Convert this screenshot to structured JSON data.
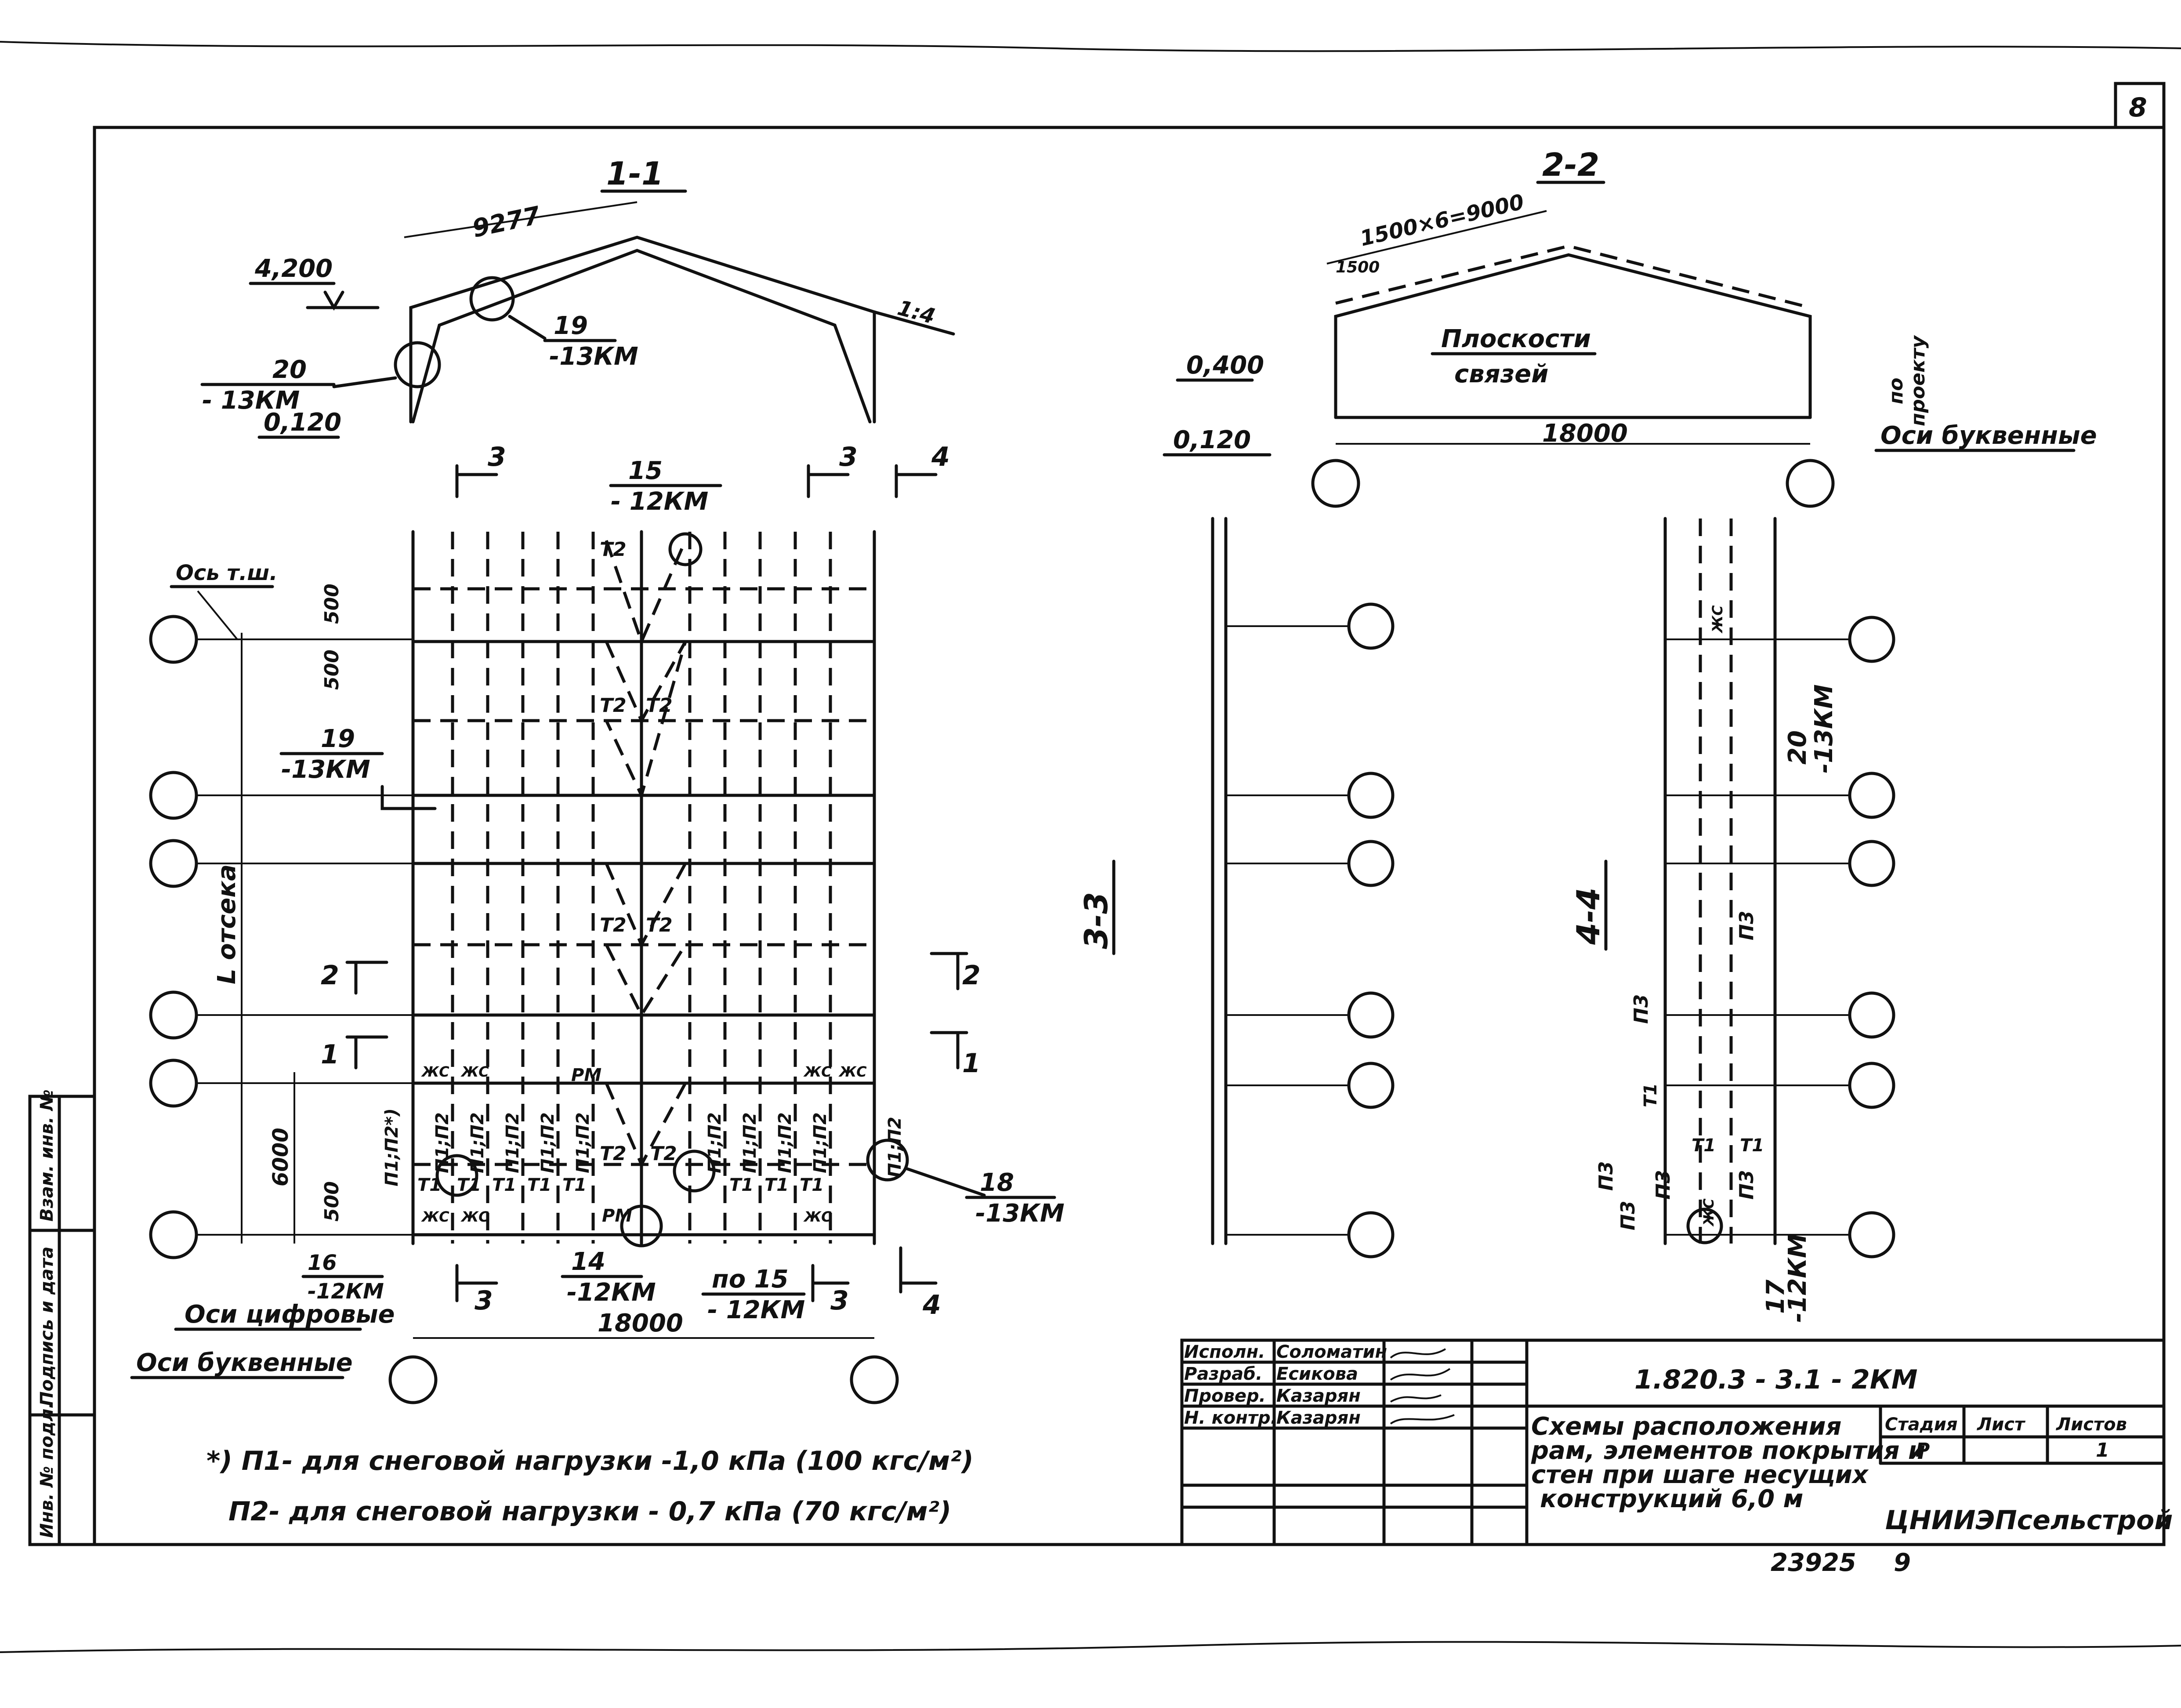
{
  "sheet_number": "8",
  "sections": {
    "s11": "1-1",
    "s22": "2-2",
    "s33": "3-3",
    "s44": "4-4",
    "cut3": "3",
    "cut4": "4",
    "cut2": "2",
    "cut1": "1"
  },
  "section11": {
    "span": "9277",
    "slope": "1:4",
    "elev_top": "4,200",
    "elev_bottom": "0,120",
    "node20": "20",
    "node20_sheet": "- 13КМ",
    "node19": "19",
    "node19_sheet": "-13КМ"
  },
  "section22": {
    "module": "1500×6=9000",
    "first": "1500",
    "bracing_line1": "Плоскости",
    "bracing_line2": "связей",
    "elev_top": "0,400",
    "elev_bottom": "0,120",
    "span": "18000",
    "proj_line1": "по",
    "proj_line2": "проекту",
    "axes_letter": "Оси буквенные"
  },
  "plan": {
    "axis_label": "Ось т.ш.",
    "dim500a": "500",
    "dim500b": "500",
    "bay_label": "L отсека",
    "dim6000": "6000",
    "dim500c": "500",
    "node15": "15",
    "node15_sheet": "- 12КМ",
    "node19": "19",
    "node19_sheet": "-13КМ",
    "node16": "16",
    "node16_sheet": "-12КМ",
    "node14": "14",
    "node14_sheet": "-12КМ",
    "node18": "18",
    "node18_sheet": "-13КМ",
    "node15b": "по 15",
    "node15b_sheet": "- 12КМ",
    "span": "18000",
    "axes_digit": "Оси цифровые",
    "axes_letter": "Оси буквенные",
    "t2": "Т2",
    "t1": "Т1",
    "p1p2": "П1;П2",
    "p1p2a": "П1;П2*)",
    "rm": "РМ",
    "zh": "ЖС"
  },
  "section44": {
    "node20": "20",
    "node20_sheet": "-13КМ",
    "p3": "П3",
    "t1": "Т1",
    "zh": "ЖС",
    "node17": "17",
    "node17_sheet": "-12КМ"
  },
  "notes": {
    "line1": "*) П1- для снеговой нагрузки -1,0 кПа (100 кгс/м²)",
    "line2": "П2- для снеговой нагрузки - 0,7 кПа (70 кгс/м²)"
  },
  "side_stamp": {
    "c1": "Инв. № подл.",
    "c2": "Подпись и дата",
    "c3": "Взам. инв. №"
  },
  "title_block": {
    "roles": [
      "Исполн.",
      "Разраб.",
      "Провер.",
      "Н. контр."
    ],
    "names": [
      "Соломатин",
      "Есикова",
      "Казарян",
      "Казарян"
    ],
    "code": "1.820.3 - 3.1 - 2КМ",
    "title_lines": [
      "Схемы расположения",
      "рам, элементов покрытия и",
      "стен при шаге несущих",
      "конструкций 6,0 м"
    ],
    "stage_h": "Стадия",
    "sheet_h": "Лист",
    "sheets_h": "Листов",
    "stage": "Р",
    "sheets": "1",
    "org": "ЦНИИЭПсельстрой",
    "inv": "23925",
    "page": "9"
  }
}
